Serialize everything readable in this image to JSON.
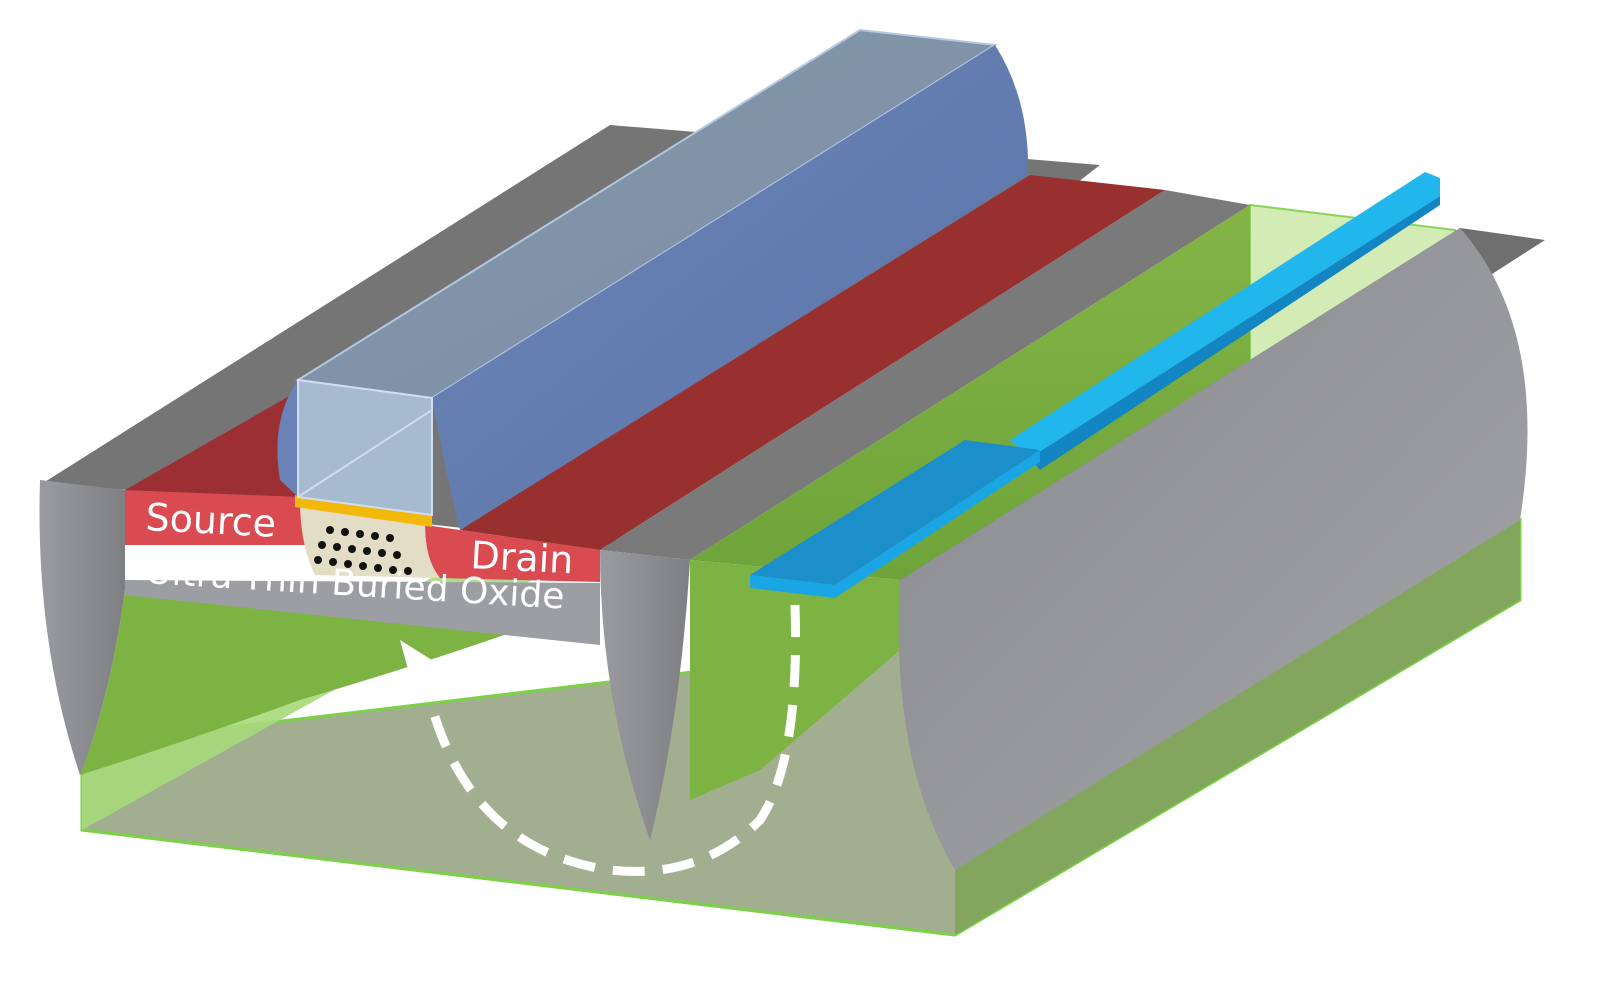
{
  "labels": {
    "source": "Source",
    "drain": "Drain",
    "buried_oxide": "Ultra-Thin Buried Oxide"
  },
  "colors": {
    "substrate_green": "#7db342",
    "substrate_fill": "#a3b08f",
    "trench_gray": "#8e8f93",
    "top_gray": "#7a7a7b",
    "red_region": "#9b2f33",
    "source_drain_red": "#d64a50",
    "gate_blue": "#5e79ae",
    "gate_light": "#8b9eb1",
    "gate_oxide_yellow": "#f2b90c",
    "channel_beige": "#e1dcc3",
    "probe_cyan": "#19aee3",
    "dashed_arrow": "#ffffff"
  }
}
